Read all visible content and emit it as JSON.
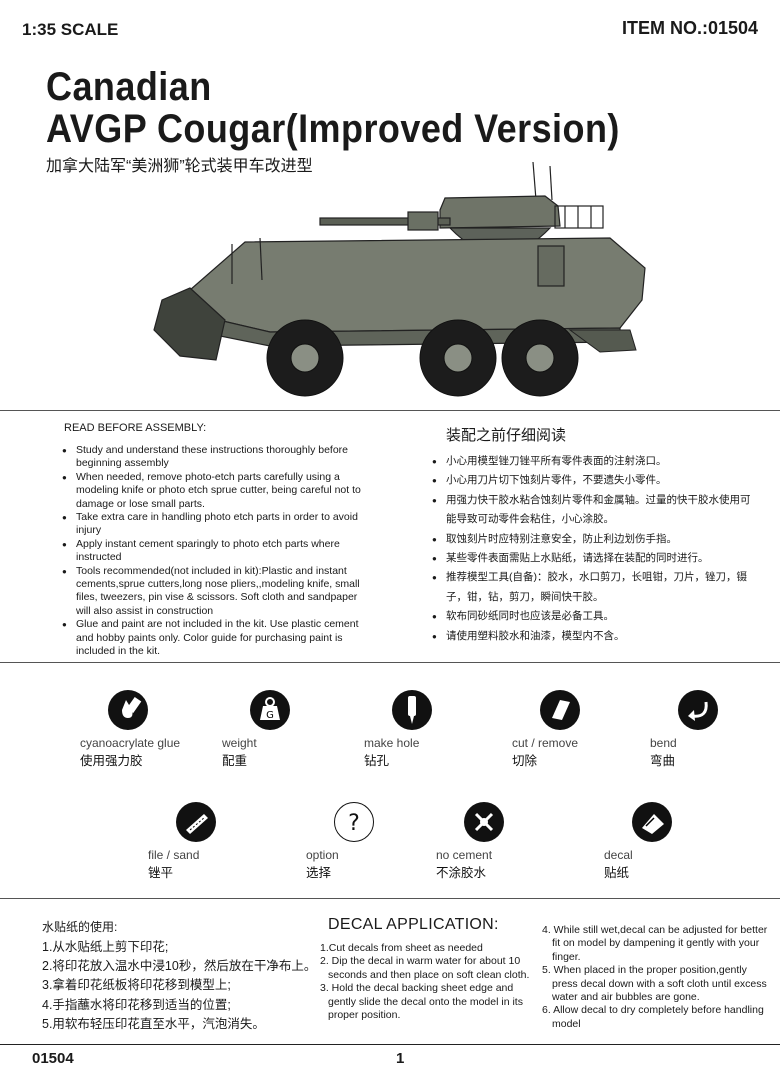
{
  "header": {
    "scale": "1:35 SCALE",
    "item_no": "ITEM NO.:01504"
  },
  "title": {
    "line1": "Canadian",
    "line2": "AVGP Cougar(Improved Version)",
    "chinese": "加拿大陆军“美洲狮”轮式装甲车改进型"
  },
  "instructions_en": {
    "heading": "READ BEFORE ASSEMBLY:",
    "items": [
      "Study and understand these instructions thoroughly before beginning assembly",
      "When needed, remove photo-etch parts carefully using a modeling knife or photo etch sprue cutter, being careful not to damage or lose small parts.",
      "Take extra care in handling photo etch parts in order to avoid injury",
      "Apply instant cement sparingly to photo etch parts where instructed",
      "Tools recommended(not included in kit):Plastic and instant cements,sprue cutters,long nose pliers,,modeling knife, small files, tweezers, pin vise & scissors. Soft cloth and sandpaper will also assist in construction",
      "Glue and paint are not included in the kit. Use plastic cement and hobby paints only. Color guide for purchasing paint is included in the kit."
    ]
  },
  "instructions_cn": {
    "heading": "装配之前仔细阅读",
    "items": [
      "小心用模型锉刀锉平所有零件表面的注射浇口。",
      "小心用刀片切下蚀刻片零件，不要遗失小零件。",
      "用强力快干胶水粘合蚀刻片零件和金属轴。过量的快干胶水使用可能导致可动零件会粘住，小心涂胶。",
      "取蚀刻片时应特别注意安全，防止利边划伤手指。",
      "某些零件表面需贴上水贴纸，请选择在装配的同时进行。",
      "推荐模型工具(自备)：胶水，水口剪刀，长咀钳，刀片，锉刀，镊子，钳，钻，剪刀，瞬间快干胶。",
      "软布同砂纸同时也应该是必备工具。",
      "请使用塑料胶水和油漆，模型内不含。"
    ]
  },
  "symbols": [
    {
      "icon": "glue-drop-icon",
      "en": "cyanoacrylate glue",
      "cn": "使用强力胶"
    },
    {
      "icon": "weight-icon",
      "en": "weight",
      "cn": "配重"
    },
    {
      "icon": "drill-icon",
      "en": "make hole",
      "cn": "钻孔"
    },
    {
      "icon": "cut-icon",
      "en": "cut / remove",
      "cn": "切除"
    },
    {
      "icon": "bend-icon",
      "en": "bend",
      "cn": "弯曲"
    },
    {
      "icon": "file-icon",
      "en": "file / sand",
      "cn": "锉平"
    },
    {
      "icon": "question-icon",
      "en": "option",
      "cn": "选择"
    },
    {
      "icon": "no-cement-icon",
      "en": "no cement",
      "cn": "不涂胶水"
    },
    {
      "icon": "decal-icon",
      "en": "decal",
      "cn": "贴纸"
    }
  ],
  "decal_cn": {
    "heading": "水贴纸的使用:",
    "steps": [
      "1.从水贴纸上剪下印花;",
      "2.将印花放入温水中浸10秒，然后放在干净布上。",
      "3.拿着印花纸板将印花移到模型上;",
      "4.手指蘸水将印花移到适当的位置;",
      "5.用软布轻压印花直至水平，汽泡消失。"
    ]
  },
  "decal_en": {
    "heading": "DECAL APPLICATION:",
    "steps": [
      "1.Cut decals from sheet as needed",
      "2. Dip the decal in warm water for about 10 seconds and then place on soft clean cloth.",
      "3. Hold the decal backing sheet edge and gently slide the decal onto the model in its proper position."
    ],
    "steps2": [
      "4. While still wet,decal can be adjusted for better fit on model by dampening it gently with your finger.",
      "5. When placed in the proper position,gently press decal down with a soft cloth until excess water and air bubbles are gone.",
      "6. Allow decal to dry completely before handling model"
    ]
  },
  "footer": {
    "code": "01504",
    "page": "1"
  }
}
